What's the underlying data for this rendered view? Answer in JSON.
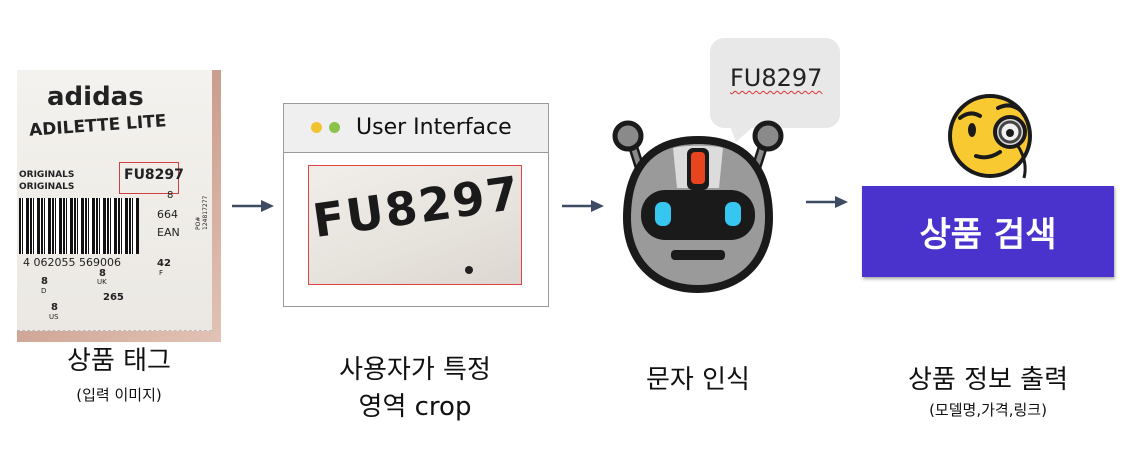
{
  "steps": [
    {
      "caption": "상품 태그",
      "sub": "(입력 이미지)"
    },
    {
      "caption_line1": "사용자가 특정",
      "caption_line2": "영역 crop"
    },
    {
      "caption": "문자 인식"
    },
    {
      "caption": "상품 정보 출력",
      "sub": "(모델명,가격,링크)"
    }
  ],
  "tag": {
    "brand": "adidas",
    "model": "ADILETTE LITE",
    "originals1": "ORIGINALS",
    "originals2": "ORIGINALS",
    "code": "FU8297",
    "n1": "8",
    "n2": "664",
    "n3": "EAN",
    "barcode_digits": "4 062055 569006",
    "size_d": "8",
    "size_uk": "8",
    "size_f": "42",
    "size_us": "8",
    "size_mm": "265",
    "lbl_d": "D",
    "lbl_uk": "UK",
    "lbl_f": "F",
    "lbl_us": "US",
    "side": "PO# 124817277"
  },
  "ui_window": {
    "title": "User Interface",
    "crop_text": "FU8297"
  },
  "speech_bubble": {
    "text": "FU8297"
  },
  "search_button": {
    "label": "상품 검색"
  },
  "colors": {
    "dot1": "#f2c230",
    "dot2": "#8bc34a",
    "arrow": "#3d4b63",
    "search_bg": "#4a33cc",
    "bubble": "#e8e8e8",
    "crop_border": "#dd4444"
  }
}
